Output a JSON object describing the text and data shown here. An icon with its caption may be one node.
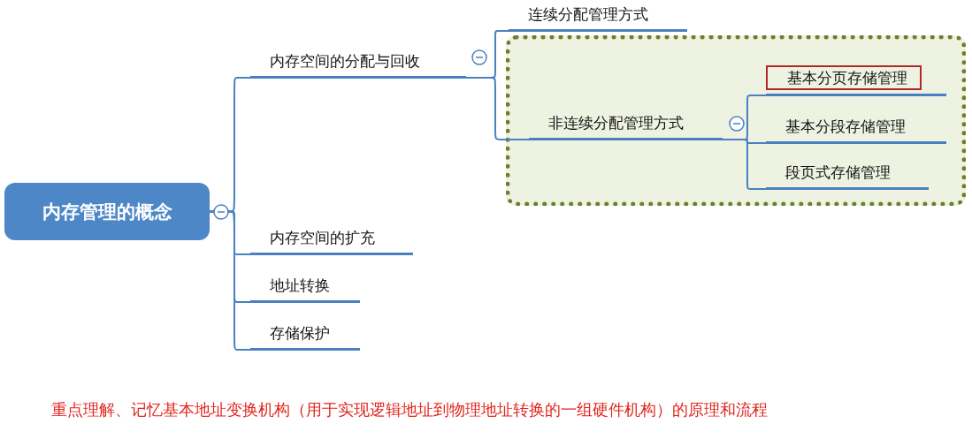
{
  "diagram": {
    "nodes": [
      {
        "text": [
          "内存管理的概念"
        ]
      },
      {
        "text": [
          "内存空间的分配与回收"
        ]
      },
      {
        "text": [
          "连续分配管理方式"
        ]
      },
      {
        "text": [],
        "shape": "box"
      },
      {
        "text": [
          "非连续分配管理方式"
        ],
        "in": 3
      },
      {
        "text": [
          "基本分页存储管理"
        ],
        "in": 3
      },
      {
        "text": [
          "基本分段存储管理"
        ],
        "in": 3
      },
      {
        "text": [
          "段页式存储管理"
        ],
        "in": 3
      },
      {
        "text": [
          "内存空间的扩充"
        ]
      },
      {
        "text": [
          "地址转换"
        ]
      },
      {
        "text": [
          "存储保护"
        ]
      }
    ],
    "edges": [
      {
        "from": 0,
        "to": 1,
        "arrow": "none"
      },
      {
        "from": 0,
        "to": 8,
        "arrow": "none"
      },
      {
        "from": 0,
        "to": 9,
        "arrow": "none"
      },
      {
        "from": 0,
        "to": 10,
        "arrow": "none"
      },
      {
        "from": 1,
        "to": 2,
        "arrow": "none"
      },
      {
        "from": 1,
        "to": 4,
        "arrow": "none"
      },
      {
        "from": 4,
        "to": 5,
        "arrow": "none"
      },
      {
        "from": 4,
        "to": 6,
        "arrow": "none"
      },
      {
        "from": 4,
        "to": 7,
        "arrow": "none"
      }
    ],
    "labels": [
      "重点理解、记忆基本地址变换机构（用于实现逻辑地址到物理地址转换的一组硬件机构）的原理和流程"
    ]
  }
}
